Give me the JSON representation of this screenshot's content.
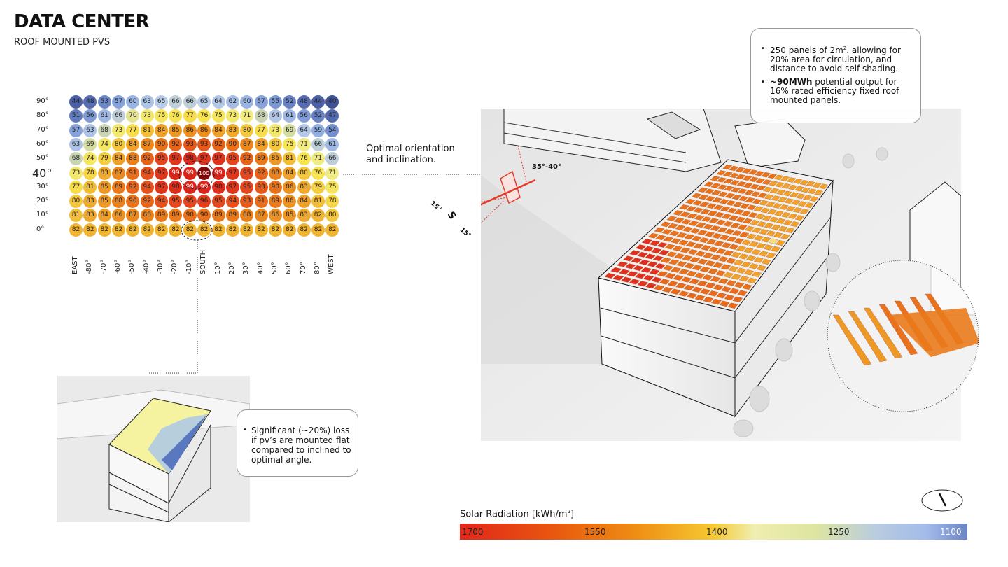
{
  "header": {
    "title": "DATA CENTER",
    "subtitle": "ROOF MOUNTED PVS"
  },
  "heatmap": {
    "row_labels": [
      "90°",
      "80°",
      "70°",
      "60°",
      "50°",
      "40°",
      "30°",
      "20°",
      "10°",
      "0°"
    ],
    "col_labels": [
      "EAST",
      "-80°",
      "-70°",
      "-60°",
      "-50°",
      "-40°",
      "-30°",
      "-20°",
      "-10°",
      "SOUTH",
      "10°",
      "20°",
      "30°",
      "40°",
      "50°",
      "60°",
      "70°",
      "80°",
      "WEST"
    ],
    "values": [
      [
        44,
        48,
        53,
        57,
        60,
        63,
        65,
        66,
        66,
        65,
        64,
        62,
        60,
        57,
        55,
        52,
        48,
        44,
        40
      ],
      [
        51,
        56,
        61,
        66,
        70,
        73,
        75,
        76,
        77,
        76,
        75,
        73,
        71,
        68,
        64,
        61,
        56,
        52,
        47
      ],
      [
        57,
        63,
        68,
        73,
        77,
        81,
        84,
        85,
        86,
        86,
        84,
        83,
        80,
        77,
        73,
        69,
        64,
        59,
        54
      ],
      [
        63,
        69,
        74,
        80,
        84,
        87,
        90,
        92,
        93,
        93,
        92,
        90,
        87,
        84,
        80,
        75,
        71,
        66,
        61
      ],
      [
        68,
        74,
        79,
        84,
        88,
        92,
        95,
        97,
        98,
        97,
        97,
        95,
        92,
        89,
        85,
        81,
        76,
        71,
        66
      ],
      [
        73,
        78,
        83,
        87,
        91,
        94,
        97,
        99,
        99,
        100,
        99,
        97,
        95,
        92,
        88,
        84,
        80,
        76,
        71
      ],
      [
        77,
        81,
        85,
        89,
        92,
        94,
        97,
        98,
        99,
        99,
        98,
        97,
        95,
        93,
        90,
        86,
        83,
        79,
        75
      ],
      [
        80,
        83,
        85,
        88,
        90,
        92,
        94,
        95,
        95,
        96,
        95,
        94,
        93,
        91,
        89,
        86,
        84,
        81,
        78
      ],
      [
        81,
        83,
        84,
        86,
        87,
        88,
        89,
        89,
        90,
        90,
        89,
        89,
        88,
        87,
        86,
        85,
        83,
        82,
        80
      ],
      [
        82,
        82,
        82,
        82,
        82,
        82,
        82,
        82,
        82,
        82,
        82,
        82,
        82,
        82,
        82,
        82,
        82,
        82,
        82
      ]
    ]
  },
  "annotations": {
    "optimal": "Optimal orientation and inclination.",
    "angle": "35°-40°",
    "south": "S",
    "deviation_left": "15°",
    "deviation_right": "15°"
  },
  "callout": {
    "b1_pre": "250 panels of 2m",
    "b1_sup": "2",
    "b1_post": ". allowing for 20% area for circulation, and distance to avoid self-shading.",
    "b2_bold": "~90MWh",
    "b2_rest": " potential output for 16% rated efficiency fixed roof mounted panels."
  },
  "callout2": {
    "text": "Significant (~20%) loss if pv’s are mounted flat compared to inclined to optimal angle."
  },
  "legend": {
    "title_pre": "Solar Radiation [kWh/m",
    "title_sup": "2",
    "title_post": "]",
    "ticks": [
      "1700",
      "1550",
      "1400",
      "1250",
      "1100"
    ]
  }
}
